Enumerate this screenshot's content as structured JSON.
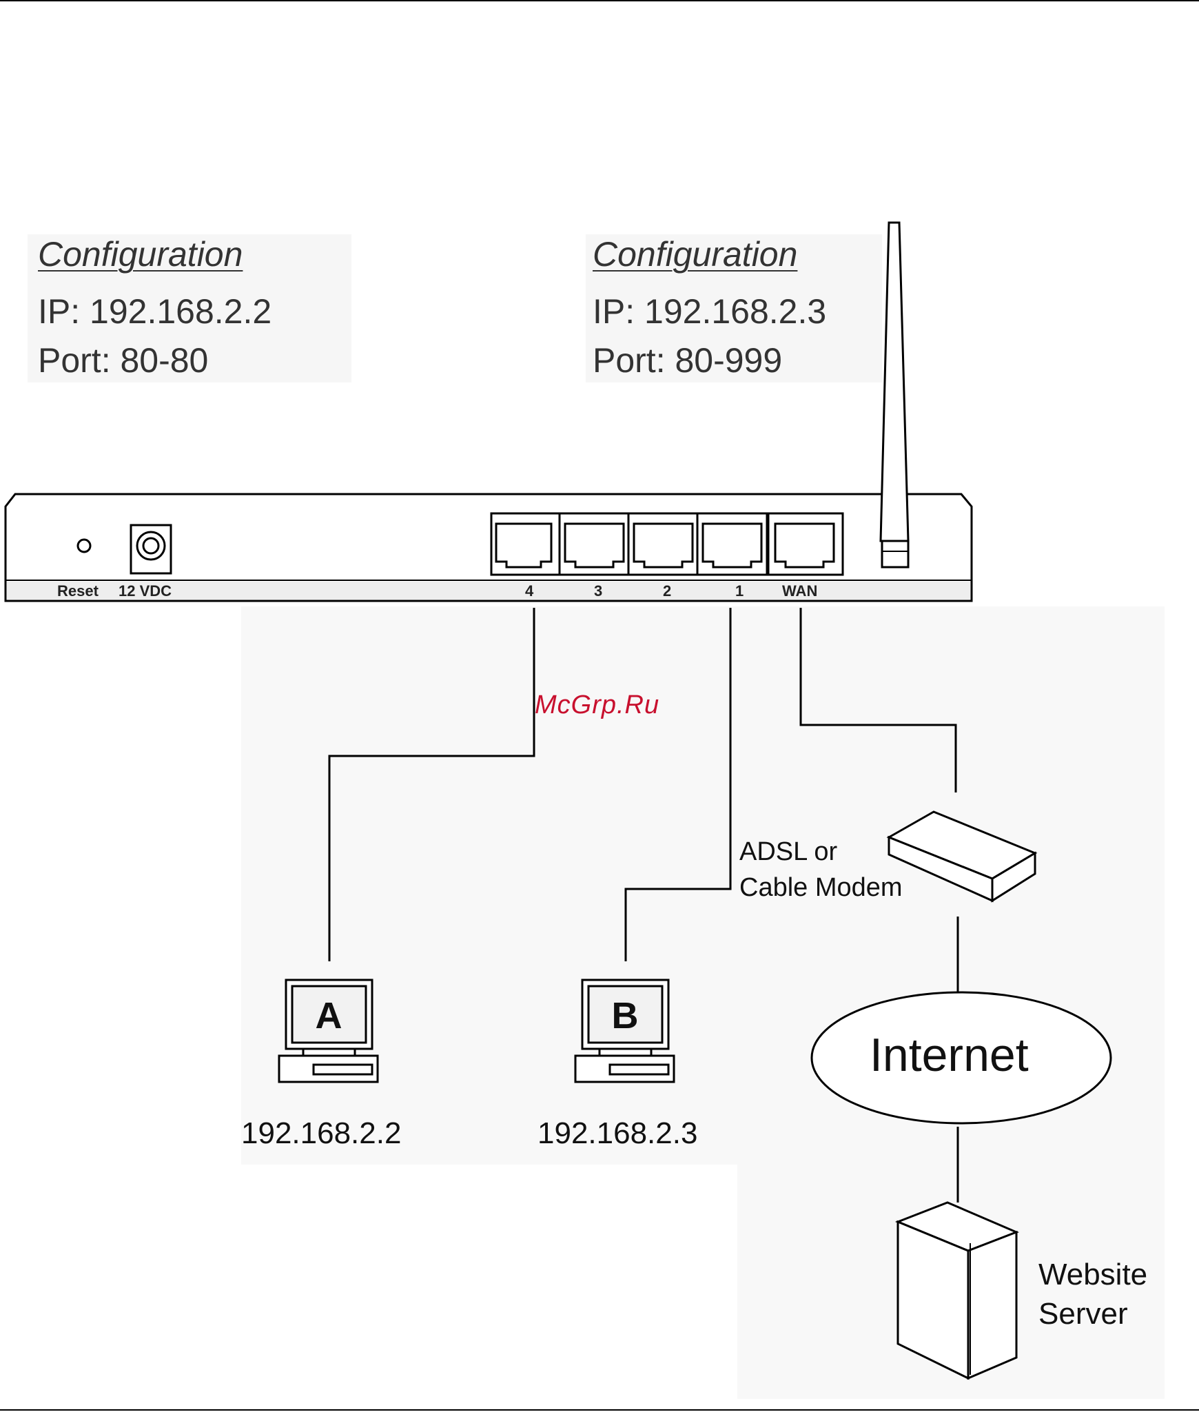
{
  "config_left": {
    "heading": "Configuration",
    "ip": "IP: 192.168.2.2",
    "port": "Port: 80-80"
  },
  "config_right": {
    "heading": "Configuration",
    "ip": "IP: 192.168.2.3",
    "port": "Port: 80-999"
  },
  "router": {
    "reset_label": "Reset",
    "power_label": "12 VDC",
    "ports": [
      "4",
      "3",
      "2",
      "1"
    ],
    "wan_label": "WAN"
  },
  "watermark": "McGrp.Ru",
  "modem_label": [
    "ADSL or",
    "Cable Modem"
  ],
  "computer_a": {
    "letter": "A",
    "ip": "192.168.2.2"
  },
  "computer_b": {
    "letter": "B",
    "ip": "192.168.2.3"
  },
  "internet_label": "Internet",
  "server_label": [
    "Website",
    "Server"
  ],
  "colors": {
    "line": "#000000",
    "text": "#333333",
    "watermark": "#c8102e",
    "panel": "#f5f5f5"
  }
}
